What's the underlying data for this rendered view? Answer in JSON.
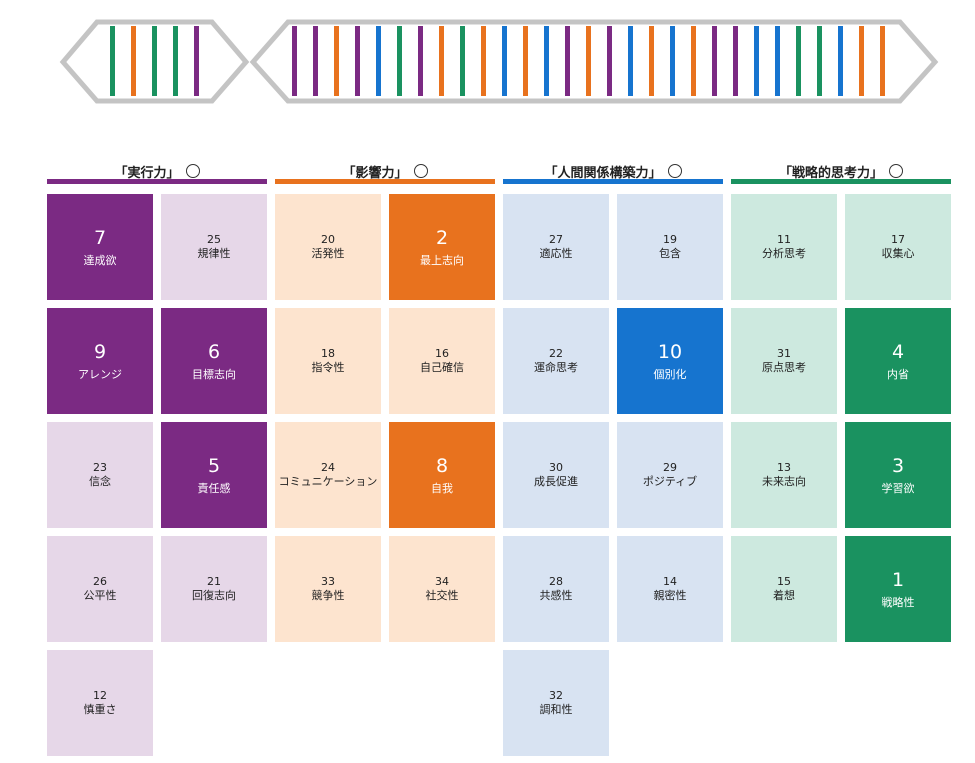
{
  "colors": {
    "execute": "#7b2a83",
    "execute_light": "#e6d7e8",
    "influence": "#e8721e",
    "influence_light": "#fde4cf",
    "relationship": "#1674cf",
    "relationship_light": "#d8e3f2",
    "strategic": "#1a9260",
    "strategic_light": "#cde9df",
    "strand_outline": "#c4c4c4"
  },
  "strand": {
    "left_stripes": [
      "strategic",
      "influence",
      "strategic",
      "strategic",
      "execute"
    ],
    "right_stripes": [
      "execute",
      "execute",
      "influence",
      "execute",
      "relationship",
      "strategic",
      "execute",
      "influence",
      "strategic",
      "influence",
      "relationship",
      "influence",
      "relationship",
      "execute",
      "influence",
      "execute",
      "relationship",
      "influence",
      "relationship",
      "influence",
      "execute",
      "execute",
      "relationship",
      "relationship",
      "strategic",
      "strategic",
      "relationship",
      "influence",
      "influence"
    ]
  },
  "info_icon": "①",
  "domains": [
    {
      "key": "execute",
      "title": "「実行力」",
      "tiles": [
        {
          "num": "7",
          "name": "達成欲",
          "top": true
        },
        {
          "num": "25",
          "name": "規律性",
          "top": false
        },
        {
          "num": "9",
          "name": "アレンジ",
          "top": true
        },
        {
          "num": "6",
          "name": "目標志向",
          "top": true
        },
        {
          "num": "23",
          "name": "信念",
          "top": false
        },
        {
          "num": "5",
          "name": "責任感",
          "top": true
        },
        {
          "num": "26",
          "name": "公平性",
          "top": false
        },
        {
          "num": "21",
          "name": "回復志向",
          "top": false
        },
        {
          "num": "12",
          "name": "慎重さ",
          "top": false
        }
      ]
    },
    {
      "key": "influence",
      "title": "「影響力」",
      "tiles": [
        {
          "num": "20",
          "name": "活発性",
          "top": false
        },
        {
          "num": "2",
          "name": "最上志向",
          "top": true
        },
        {
          "num": "18",
          "name": "指令性",
          "top": false
        },
        {
          "num": "16",
          "name": "自己確信",
          "top": false
        },
        {
          "num": "24",
          "name": "コミュニケーション",
          "top": false
        },
        {
          "num": "8",
          "name": "自我",
          "top": true
        },
        {
          "num": "33",
          "name": "競争性",
          "top": false
        },
        {
          "num": "34",
          "name": "社交性",
          "top": false
        }
      ]
    },
    {
      "key": "relationship",
      "title": "「人間関係構築力」",
      "tiles": [
        {
          "num": "27",
          "name": "適応性",
          "top": false
        },
        {
          "num": "19",
          "name": "包含",
          "top": false
        },
        {
          "num": "22",
          "name": "運命思考",
          "top": false
        },
        {
          "num": "10",
          "name": "個別化",
          "top": true
        },
        {
          "num": "30",
          "name": "成長促進",
          "top": false
        },
        {
          "num": "29",
          "name": "ポジティブ",
          "top": false
        },
        {
          "num": "28",
          "name": "共感性",
          "top": false
        },
        {
          "num": "14",
          "name": "親密性",
          "top": false
        },
        {
          "num": "32",
          "name": "調和性",
          "top": false
        }
      ]
    },
    {
      "key": "strategic",
      "title": "「戦略的思考力」",
      "tiles": [
        {
          "num": "11",
          "name": "分析思考",
          "top": false
        },
        {
          "num": "17",
          "name": "収集心",
          "top": false
        },
        {
          "num": "31",
          "name": "原点思考",
          "top": false
        },
        {
          "num": "4",
          "name": "内省",
          "top": true
        },
        {
          "num": "13",
          "name": "未来志向",
          "top": false
        },
        {
          "num": "3",
          "name": "学習欲",
          "top": true
        },
        {
          "num": "15",
          "name": "着想",
          "top": false
        },
        {
          "num": "1",
          "name": "戦略性",
          "top": true
        }
      ]
    }
  ]
}
